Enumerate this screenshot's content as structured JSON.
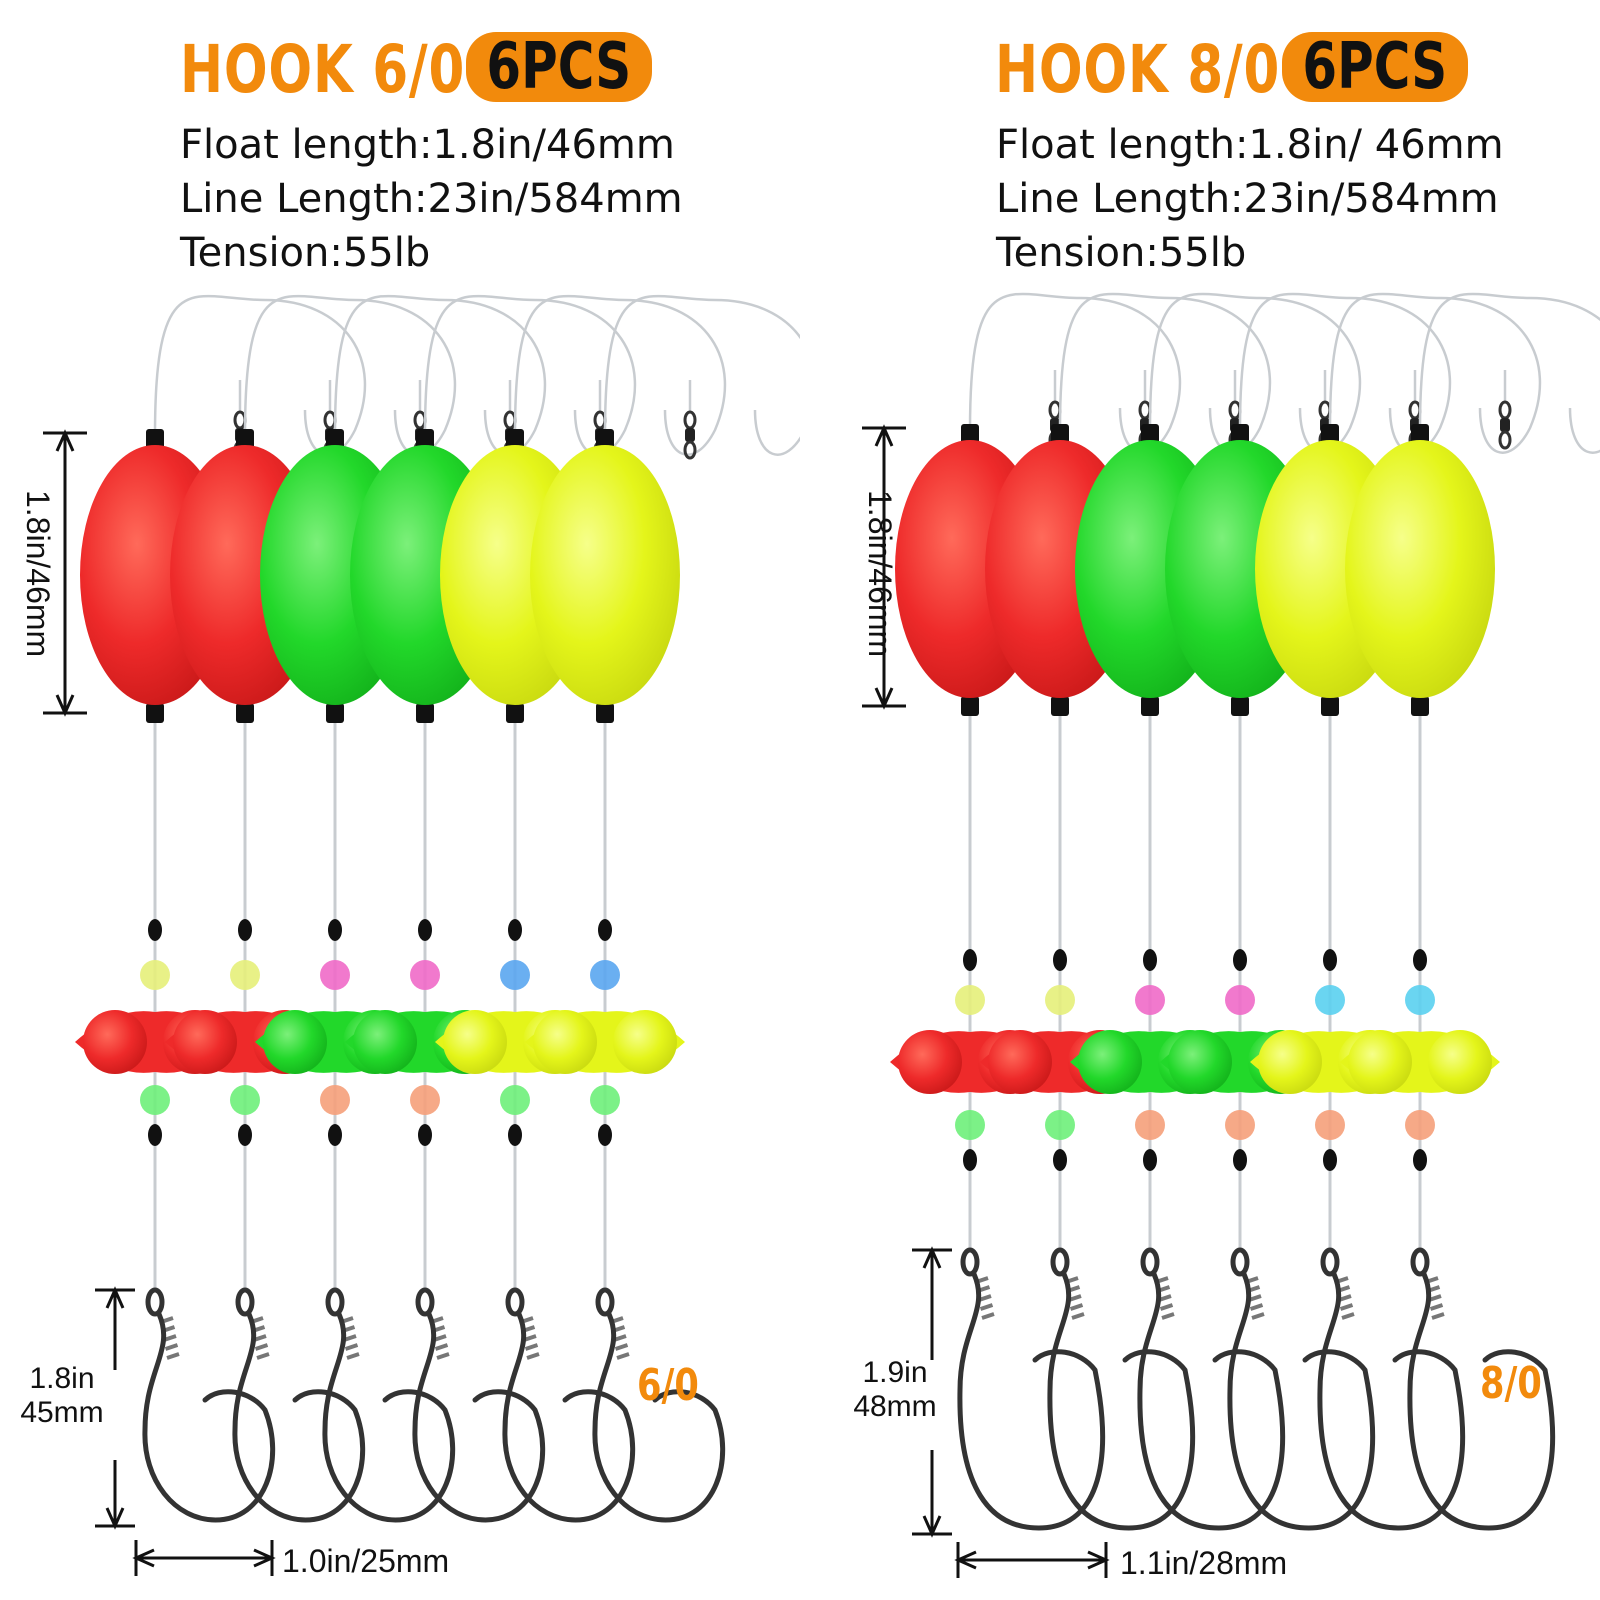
{
  "colors": {
    "accent": "#f28a0c",
    "red": "#ee2a2a",
    "green": "#22d82a",
    "yellow": "#e4f51a",
    "cap": "#111111",
    "line": "#c8ccd0",
    "hook": "#333333"
  },
  "panels": [
    {
      "hook_label": "HOOK 6/0",
      "pcs_label": "6PCS",
      "specs": [
        "Float length:1.8in/46mm",
        "Line Length:23in/584mm",
        "Tension:55lb"
      ],
      "float_dim": "1.8in/46mm",
      "hook_dim_in": "1.8in",
      "hook_dim_mm": "45mm",
      "hook_width": "1.0in/25mm",
      "size_label": "6/0",
      "float_colors": [
        "red",
        "red",
        "green",
        "green",
        "yellow",
        "yellow"
      ],
      "bead_top": [
        "#e6f07a",
        "#e6f07a",
        "#f06ac8",
        "#f06ac8",
        "#5aa6f0",
        "#5aa6f0"
      ],
      "bead_bottom": [
        "#6ef07a",
        "#6ef07a",
        "#f5a07a",
        "#f5a07a",
        "#6ef07a",
        "#6ef07a"
      ]
    },
    {
      "hook_label": "HOOK 8/0",
      "pcs_label": "6PCS",
      "specs": [
        "Float length:1.8in/ 46mm",
        "Line Length:23in/584mm",
        "Tension:55lb"
      ],
      "float_dim": "1.8in/46mm",
      "hook_dim_in": "1.9in",
      "hook_dim_mm": "48mm",
      "hook_width": "1.1in/28mm",
      "size_label": "8/0",
      "float_colors": [
        "red",
        "red",
        "green",
        "green",
        "yellow",
        "yellow"
      ],
      "bead_top": [
        "#e6f07a",
        "#e6f07a",
        "#f06ac8",
        "#f06ac8",
        "#5ad0f0",
        "#5ad0f0"
      ],
      "bead_bottom": [
        "#6ef07a",
        "#6ef07a",
        "#f5a07a",
        "#f5a07a",
        "#f5a07a",
        "#f5a07a"
      ]
    }
  ]
}
